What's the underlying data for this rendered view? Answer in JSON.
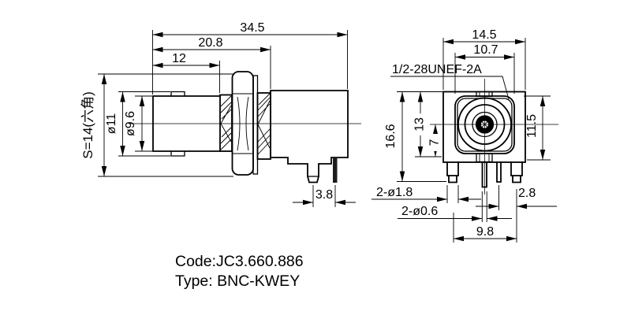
{
  "drawing": {
    "side_view": {
      "dim_34_5": "34.5",
      "dim_20_8": "20.8",
      "dim_12": "12",
      "dim_s14": "S=14(六角)",
      "dim_d11": "ø11",
      "dim_d9_6": "ø9.6",
      "dim_3_8": "3.8"
    },
    "front_view": {
      "dim_14_5": "14.5",
      "dim_10_7": "10.7",
      "thread_spec": "1/2-28UNEF-2A",
      "dim_16_6": "16.6",
      "dim_13": "13",
      "dim_7": "7",
      "dim_11_5": "11.5",
      "dim_2_d1_8": "2-ø1.8",
      "dim_2_d0_6": "2-ø0.6",
      "dim_2_8": "2.8",
      "dim_9_8": "9.8"
    },
    "footer": {
      "code": "Code:JC3.660.886",
      "type": "Type: BNC-KWEY"
    }
  }
}
